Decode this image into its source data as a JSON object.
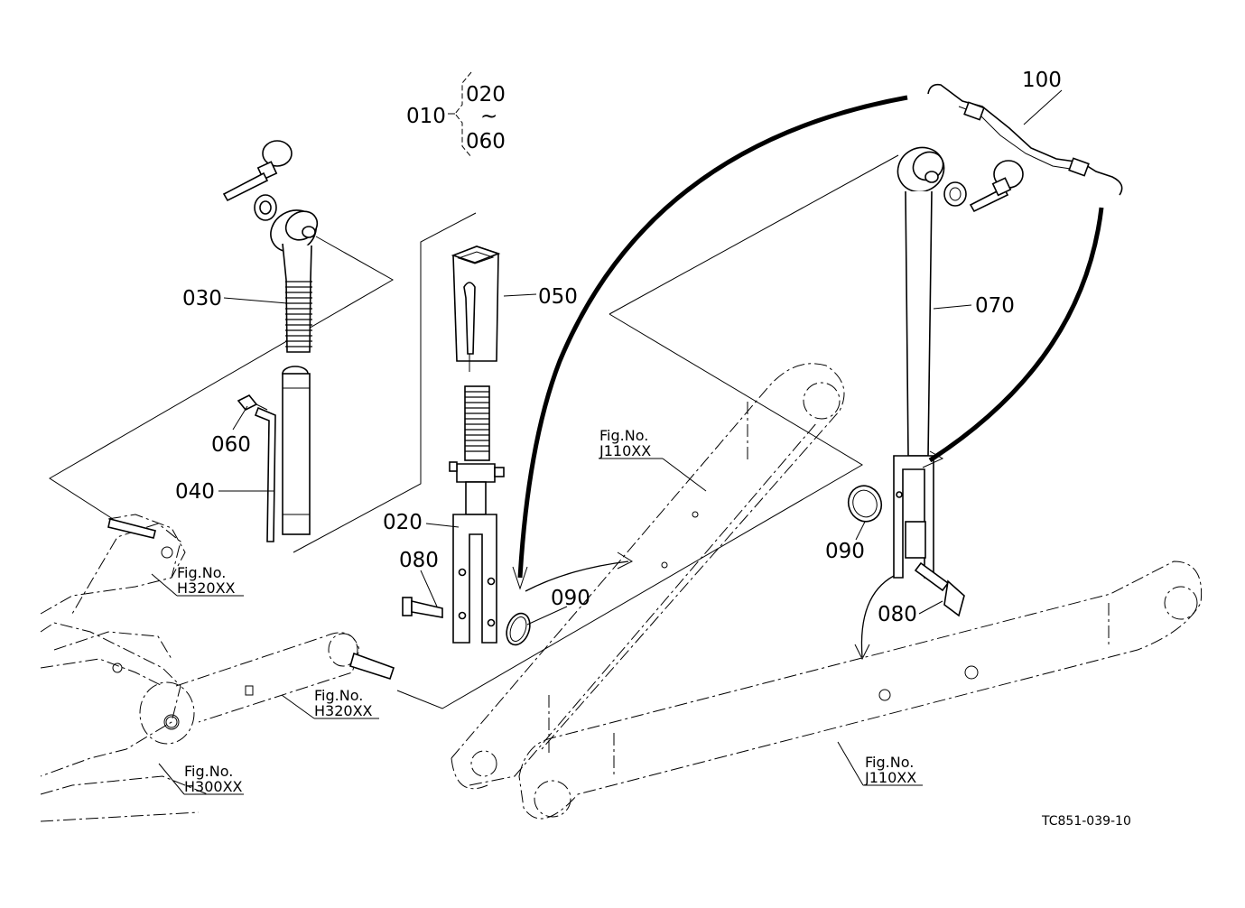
{
  "diagram": {
    "drawing_code": "TC851-039-10",
    "group": {
      "parent": "010",
      "range_start": "020",
      "range_sep": "~",
      "range_end": "060"
    },
    "parts": {
      "p020": "020",
      "p030": "030",
      "p040": "040",
      "p050": "050",
      "p060": "060",
      "p070": "070",
      "p080a": "080",
      "p080b": "080",
      "p090a": "090",
      "p090b": "090",
      "p100": "100"
    },
    "references": {
      "h320_upper": {
        "line1": "Fig.No.",
        "line2": "H320XX"
      },
      "h320_lower": {
        "line1": "Fig.No.",
        "line2": "H320XX"
      },
      "h300": {
        "line1": "Fig.No.",
        "line2": "H300XX"
      },
      "j110_upper": {
        "line1": "Fig.No.",
        "line2": "J110XX"
      },
      "j110_lower": {
        "line1": "Fig.No.",
        "line2": "J110XX"
      }
    }
  }
}
